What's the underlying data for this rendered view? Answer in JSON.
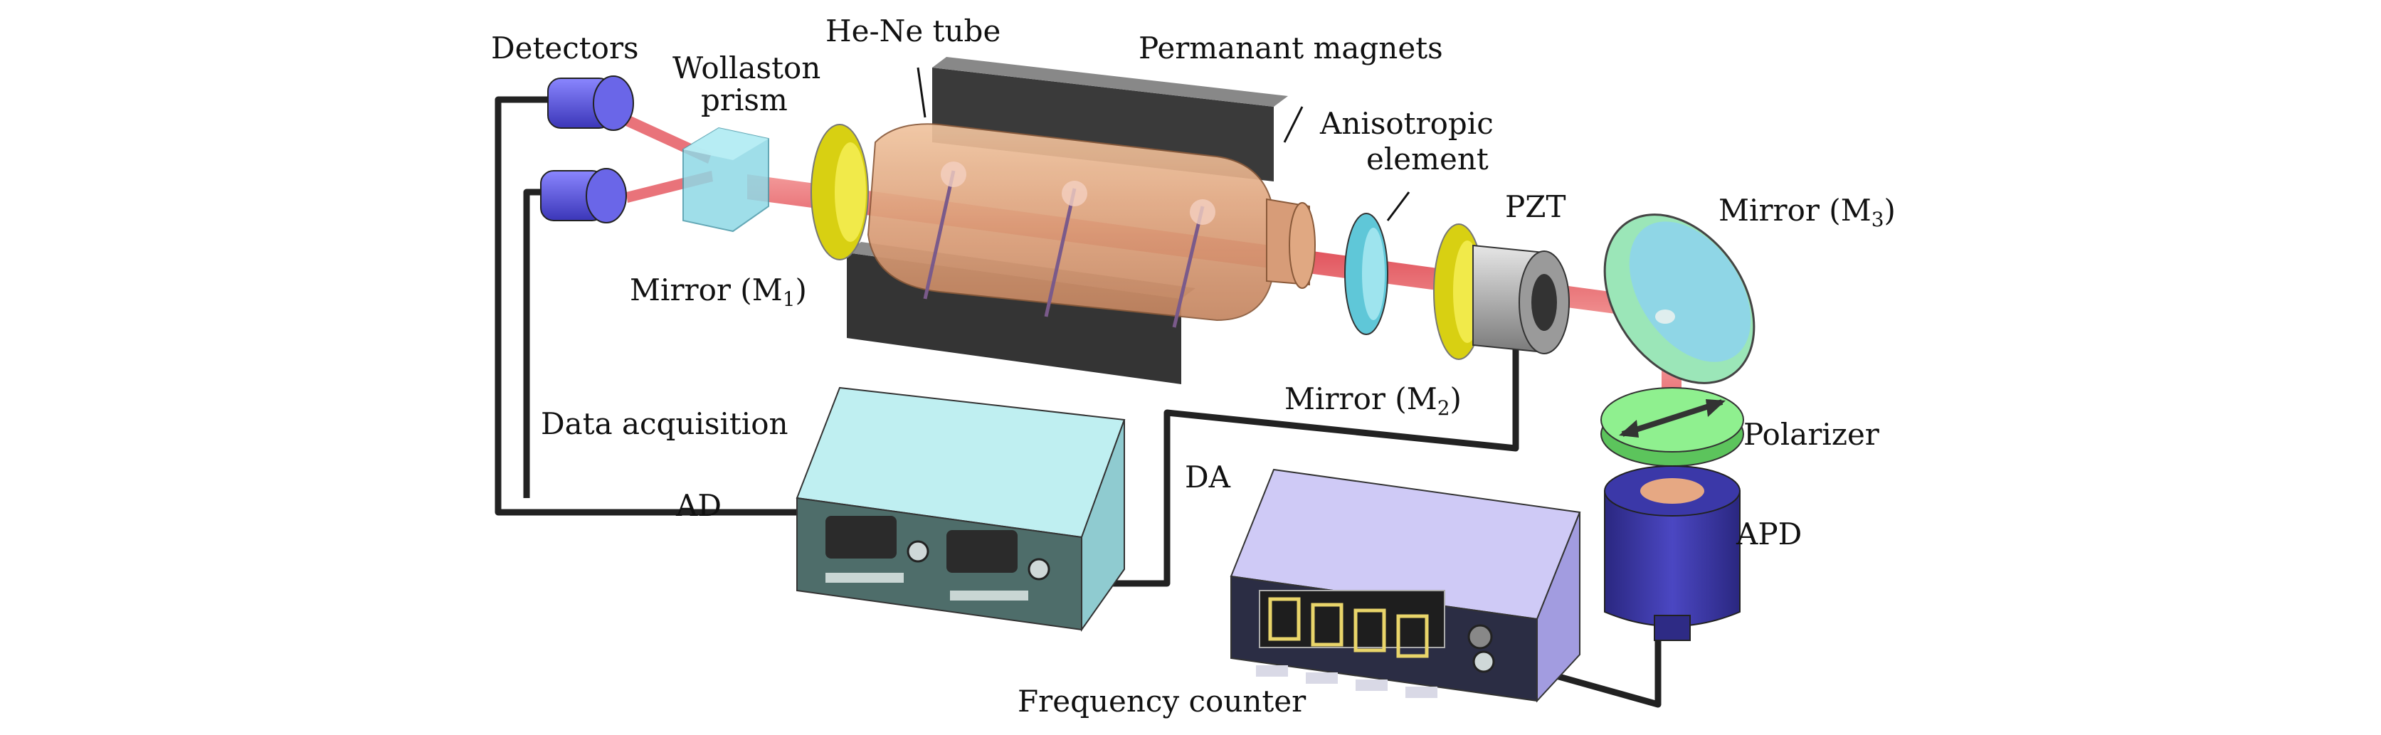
{
  "labels": {
    "detectors": "Detectors",
    "wollaston_1": "Wollaston",
    "wollaston_2": "prism",
    "hene_tube": "He-Ne tube",
    "magnets": "Permanant magnets",
    "aniso_1": "Anisotropic",
    "aniso_2": "element",
    "pzt": "PZT",
    "m1_prefix": "Mirror (M",
    "m1_sub": "1",
    "m2_prefix": "Mirror (M",
    "m2_sub": "2",
    "m3_prefix": "Mirror (M",
    "m3_sub": "3",
    "close_paren": ")",
    "polarizer": "Polarizer",
    "apd": "APD",
    "data_acq": "Data acquisition",
    "ad": "AD",
    "da": "DA",
    "freq_counter": "Frequency counter"
  },
  "colors": {
    "laser_beam": "#e96a6a",
    "tube_glass": "#e0a57e",
    "magnet": "#3a3a3a",
    "mirror_ring": "#e3dc1e",
    "detector": "#5a55d8",
    "prism": "#8fd9e6",
    "pzt": "#b5b5b5",
    "polarizer": "#7fe07f",
    "apd": "#3d3a9c",
    "daq_box": "#bfeff1",
    "counter_box": "#cfcaf6",
    "cable": "#222222"
  }
}
